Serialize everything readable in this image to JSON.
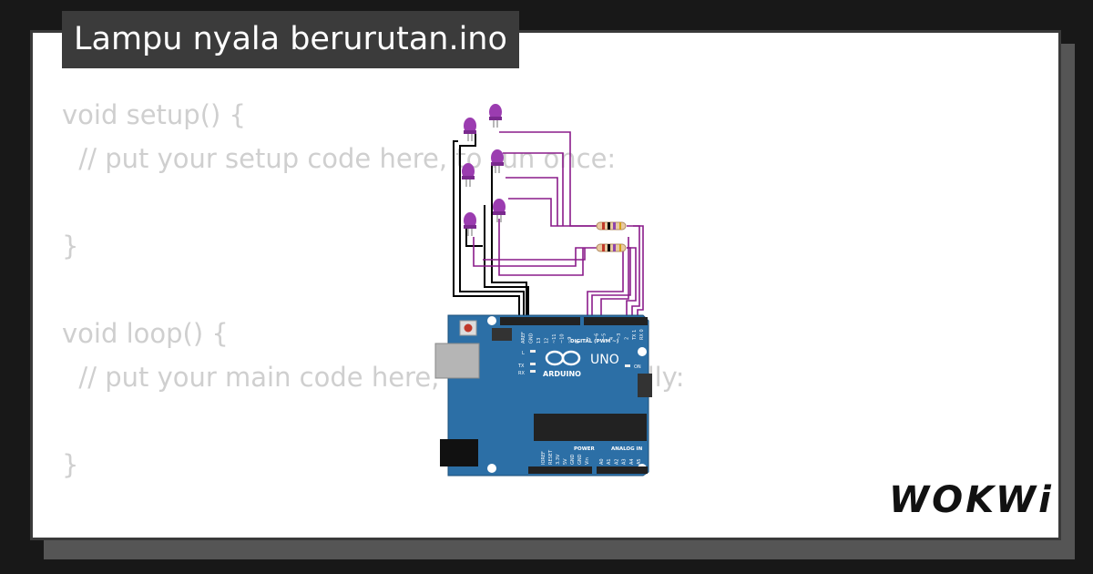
{
  "title": "Lampu nyala berurutan.ino",
  "code_lines": [
    "void setup() {",
    "  // put your setup code here, to run once:",
    "",
    "}",
    "",
    "void loop() {",
    "  // put your main code here, to run repeatedly:",
    "",
    "}"
  ],
  "board": {
    "brand": "ARDUINO",
    "model": "UNO",
    "digital_label": "DIGITAL (PWM ~)",
    "power_label": "POWER",
    "analog_label": "ANALOG IN",
    "header_pins_top": [
      "AREF",
      "GND",
      "13",
      "12",
      "~11",
      "~10",
      "~9",
      "8",
      "7",
      "~6",
      "~5",
      "4",
      "~3",
      "2",
      "TX 1",
      "RX 0"
    ],
    "power_pins": [
      "IOREF",
      "RESET",
      "3.3V",
      "5V",
      "GND",
      "GND",
      "Vin"
    ],
    "analog_pins": [
      "A0",
      "A1",
      "A2",
      "A3",
      "A4",
      "A5"
    ],
    "led_labels": [
      "L",
      "TX",
      "RX"
    ],
    "on_label": "ON"
  },
  "components": {
    "leds": 6,
    "resistors": 2,
    "led_color": "purple"
  },
  "colors": {
    "background": "#181818",
    "card": "#ffffff",
    "title_bg": "#3b3b3b",
    "code_text": "#cfcfcf",
    "board_blue": "#2c6fa6",
    "wire_purple": "#800080",
    "wire_black": "#000000"
  },
  "logo": "WOKWi"
}
